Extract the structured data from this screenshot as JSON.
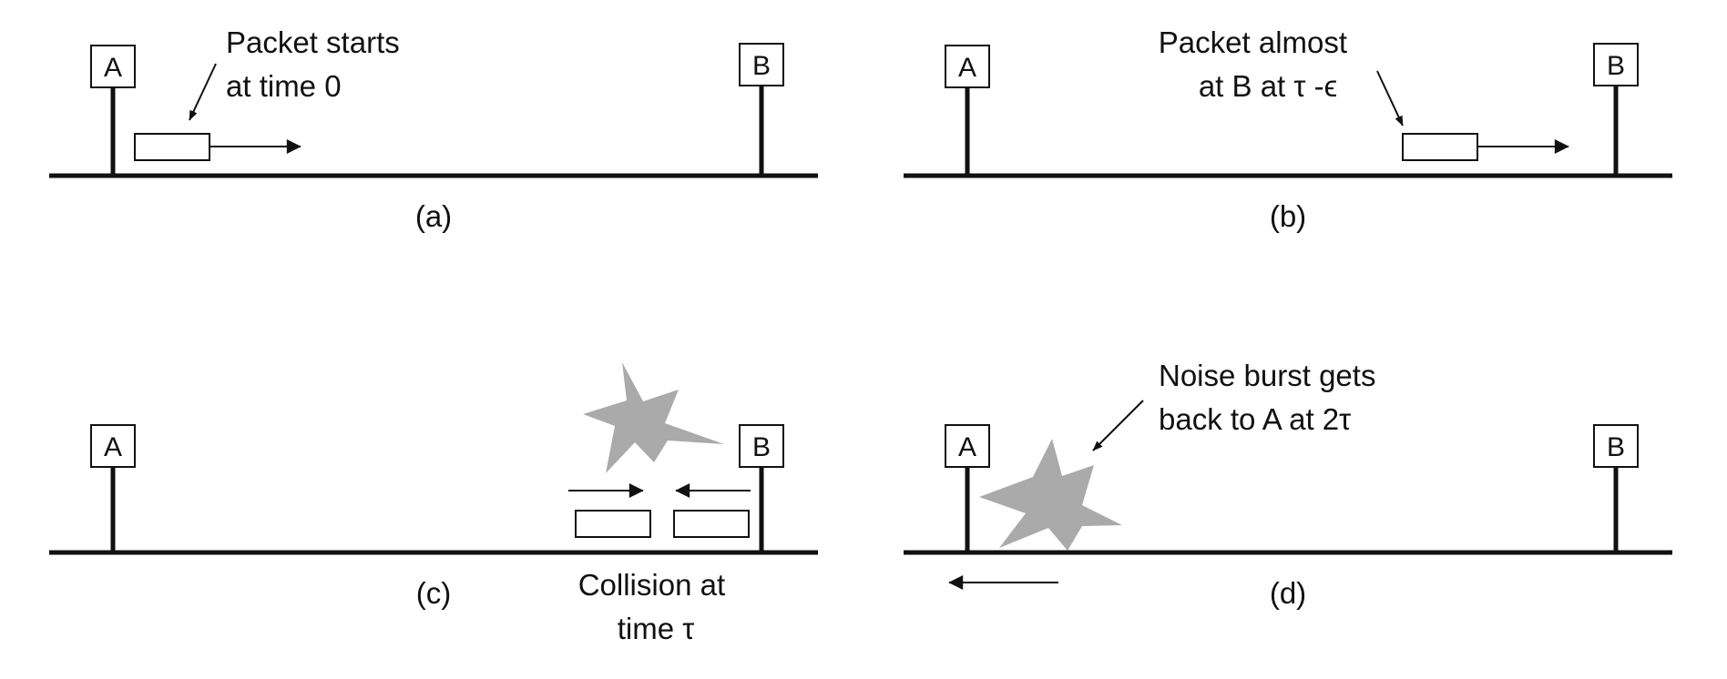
{
  "colors": {
    "ink": "#111111",
    "burst": "#aaaaaa",
    "background": "#ffffff"
  },
  "panels": [
    {
      "id": "a",
      "caption": "(a)",
      "station_a": "A",
      "station_b": "B",
      "annotation": [
        "Packet starts",
        "at time 0"
      ]
    },
    {
      "id": "b",
      "caption": "(b)",
      "station_a": "A",
      "station_b": "B",
      "annotation": [
        "Packet almost",
        "at B at τ -ϵ"
      ]
    },
    {
      "id": "c",
      "caption": "(c)",
      "station_a": "A",
      "station_b": "B",
      "annotation": [
        "Collision at",
        "time τ"
      ]
    },
    {
      "id": "d",
      "caption": "(d)",
      "station_a": "A",
      "station_b": "B",
      "annotation": [
        "Noise burst gets",
        "back to A  at 2τ"
      ]
    }
  ]
}
